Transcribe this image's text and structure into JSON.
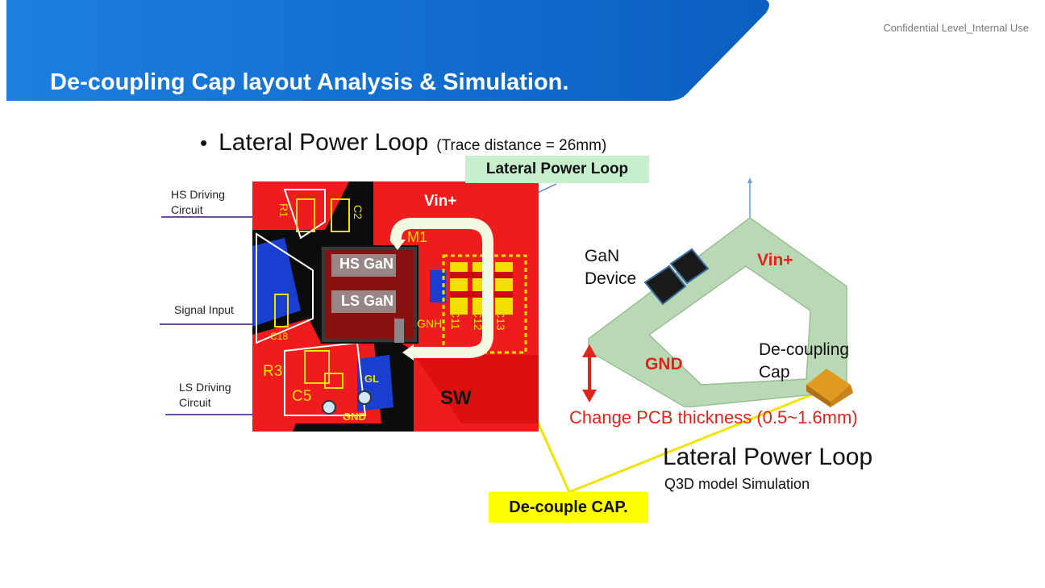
{
  "header": {
    "title": "De-coupling Cap layout Analysis & Simulation.",
    "confidential": "Confidential Level_Internal Use",
    "banner_color": "#0a6fd0"
  },
  "bullet": {
    "main": "Lateral Power Loop",
    "sub": "(Trace distance = 26mm)"
  },
  "callouts": {
    "green": "Lateral Power  Loop",
    "yellow": "De-couple CAP."
  },
  "pcb_labels": {
    "hs_driving": "HS Driving\nCircuit",
    "signal_input": "Signal Input",
    "ls_driving": "LS Driving\nCircuit",
    "vin": "Vin+",
    "m1": "M1",
    "hs_gan": "HS GaN",
    "ls_gan": "LS GaN",
    "gnh": "GNH",
    "sw": "SW",
    "r3": "R3",
    "c5": "C5",
    "gl": "GL",
    "gnd": "GND",
    "r1": "R1",
    "c2": "C2",
    "c18": "C18",
    "c11": "C11",
    "c12": "C12",
    "c13": "C13"
  },
  "model": {
    "gan_device": "GaN\nDevice",
    "vin": "Vin+",
    "gnd": "GND",
    "decoupling_cap": "De-coupling\nCap",
    "thickness": "Change PCB thickness (0.5~1.6mm)",
    "loop_title": "Lateral Power Loop",
    "loop_sub": "Q3D model Simulation"
  },
  "colors": {
    "pcb_red": "#ee1c1c",
    "pcb_black": "#0c0c0c",
    "pad_yellow": "#f2e000",
    "callout_green": "#c6efce",
    "callout_yellow": "#ffff00",
    "model_green": "#b9d9b4",
    "accent_red": "#e0241c"
  }
}
